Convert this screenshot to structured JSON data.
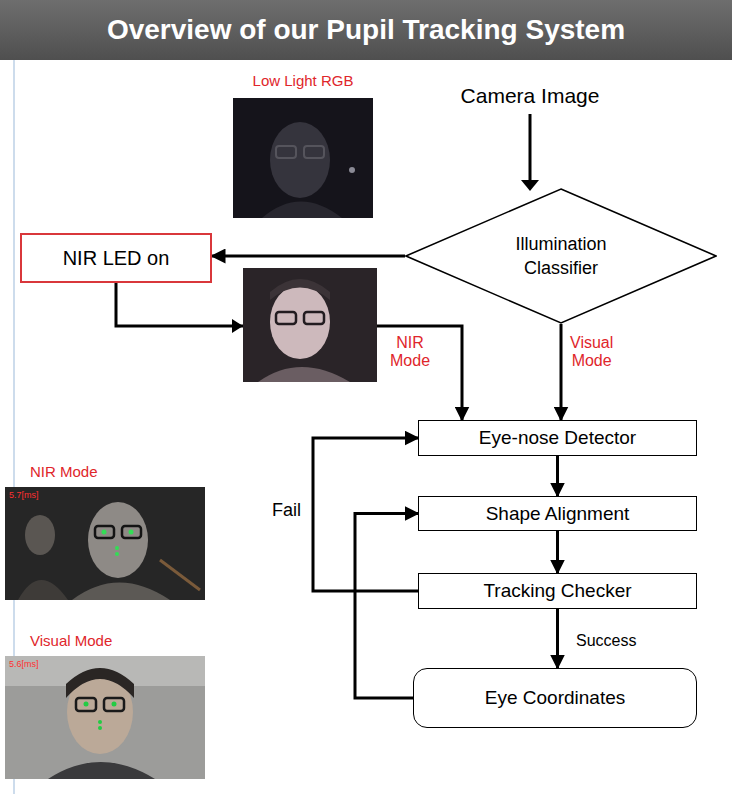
{
  "diagram": {
    "title": "Overview of our Pupil Tracking System",
    "nodes": [
      {
        "text": [
          "Illumination Classifier"
        ]
      },
      {
        "text": [
          "NIR LED on"
        ]
      },
      {
        "text": [
          "Eye-nose Detector"
        ]
      },
      {
        "text": [
          "Shape Alignment"
        ]
      },
      {
        "text": [
          "Tracking Checker"
        ]
      },
      {
        "text": [
          "Eye Coordinates"
        ]
      }
    ],
    "edges": [
      {
        "from": 0,
        "to": 1,
        "arrow": "to"
      },
      {
        "from": 0,
        "to": 2,
        "label": "Visual Mode",
        "arrow": "to"
      },
      {
        "from": 1,
        "to": 2,
        "label": "NIR Mode",
        "arrow": "to"
      },
      {
        "from": 2,
        "to": 3,
        "arrow": "to"
      },
      {
        "from": 3,
        "to": 4,
        "arrow": "to"
      },
      {
        "from": 4,
        "to": 2,
        "label": "Fail",
        "arrow": "to"
      },
      {
        "from": 4,
        "to": 5,
        "label": "Success",
        "arrow": "to"
      },
      {
        "from": 5,
        "to": 3,
        "arrow": "to"
      }
    ],
    "labels": [
      "Low Light RGB",
      "Camera Image",
      "NIR Mode",
      "Visual Mode",
      "5.7[ms]",
      "5.6[ms]"
    ]
  }
}
